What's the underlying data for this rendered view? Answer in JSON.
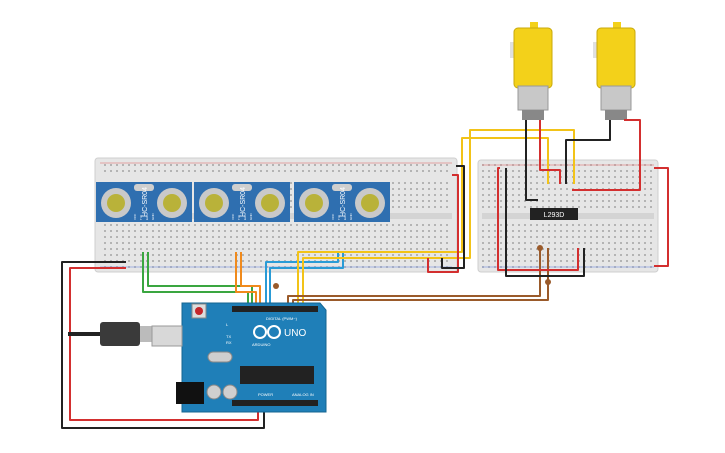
{
  "sensors": [
    {
      "label": "HC-SR04",
      "pins": [
        "VCC",
        "Trig",
        "Echo",
        "GND"
      ]
    },
    {
      "label": "HC-SR04",
      "pins": [
        "VCC",
        "Trig",
        "Echo",
        "GND"
      ]
    },
    {
      "label": "HC-SR04",
      "pins": [
        "VCC",
        "Trig",
        "Echo",
        "GND"
      ]
    }
  ],
  "arduino": {
    "brand": "ARDUINO",
    "model": "UNO",
    "digital_label": "DIGITAL (PWM~)",
    "power_label": "POWER",
    "analog_label": "ANALOG IN",
    "tx": "TX",
    "rx": "RX",
    "l": "L"
  },
  "driver": {
    "label": "L293D"
  },
  "wire_colors": {
    "red": "#d32f2f",
    "black": "#222222",
    "green": "#3aa640",
    "orange": "#f08a1c",
    "blue": "#2a9bd6",
    "yellow": "#f2c318",
    "brown": "#9a5a2a"
  },
  "component_colors": {
    "breadboard": "#e6e6e6",
    "sensor_pcb": "#2f6fb0",
    "motor_body": "#f3d11a",
    "arduino_pcb": "#1f7fb8",
    "usb_plug": "#3a3a3a",
    "chip": "#222222"
  }
}
